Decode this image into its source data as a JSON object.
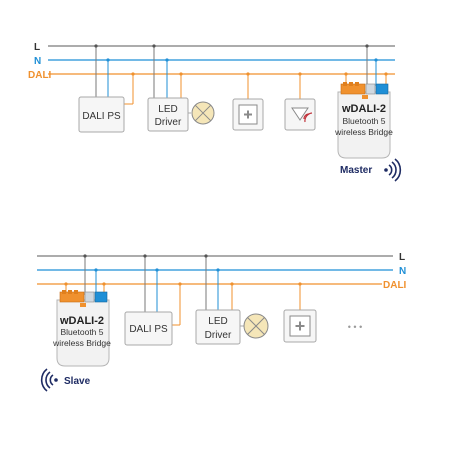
{
  "colors": {
    "line_L": "#7a7a7a",
    "line_N": "#1f8fd6",
    "line_DALI": "#f0912e",
    "box_border": "#a8a8a8",
    "box_fill": "#f6f6f6",
    "accent_dark": "#1e2b63",
    "lamp_fill": "#f5e6b8",
    "ir_red": "#c0323a"
  },
  "top": {
    "line_labels": {
      "L": "L",
      "N": "N",
      "DALI": "DALI"
    },
    "dali_ps": "DALI PS",
    "led_driver_line1": "LED",
    "led_driver_line2": "Driver",
    "bridge_title": "wDALI-2",
    "bridge_line2": "Bluetooth 5",
    "bridge_line3": "wireless Bridge",
    "role": "Master",
    "icons": [
      "lamp-icon",
      "push-button-icon",
      "ir-sensor-icon",
      "wireless-signal-icon"
    ]
  },
  "bottom": {
    "line_labels": {
      "L": "L",
      "N": "N",
      "DALI": "DALI"
    },
    "dali_ps": "DALI PS",
    "led_driver_line1": "LED",
    "led_driver_line2": "Driver",
    "bridge_title": "wDALI-2",
    "bridge_line2": "Bluetooth 5",
    "bridge_line3": "wireless Bridge",
    "role": "Slave",
    "more": "• • •",
    "icons": [
      "lamp-icon",
      "push-button-icon",
      "wireless-signal-icon"
    ]
  }
}
